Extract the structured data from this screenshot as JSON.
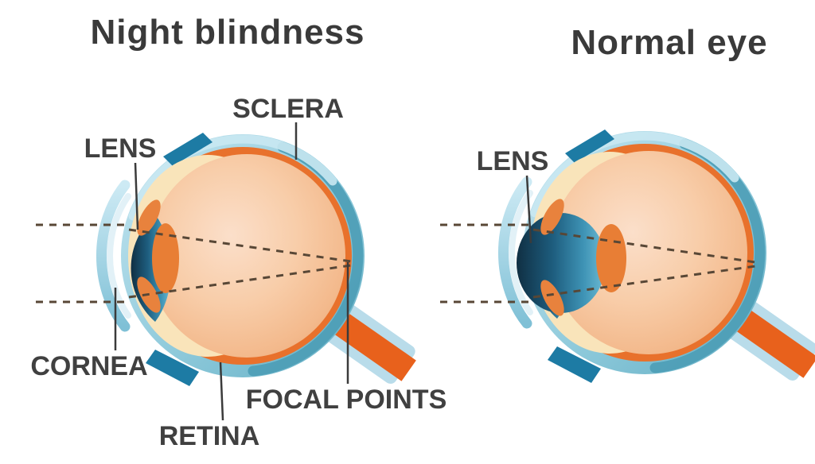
{
  "diagram": {
    "left_panel": {
      "title": "Night blindness",
      "labels": {
        "sclera": "SCLERA",
        "lens": "LENS",
        "cornea": "CORNEA",
        "retina": "RETINA",
        "focal_points": "FOCAL POINTS"
      }
    },
    "right_panel": {
      "title": "Normal eye",
      "labels": {
        "lens": "LENS"
      }
    },
    "colors": {
      "label_text": "#404040",
      "sclera_ring_light": "#c6e6f1",
      "sclera_ring_dark": "#62aec4",
      "muscle_teal": "#1d7ba4",
      "choroid_orange": "#e8712c",
      "vitreous_peach": "#f7c8a2",
      "cream_layer": "#f9e4ba",
      "anterior_chamber_dark": "#102f43",
      "anterior_chamber_light": "#6fbcd4",
      "lens_orange": "#e87e35",
      "cornea_blue": "#9fd0e2",
      "optic_nerve_orange": "#e8611c",
      "optic_nerve_sheath": "#b9dcea",
      "light_ray_dash": "#584736",
      "leader_line": "#3b3b3b"
    }
  }
}
